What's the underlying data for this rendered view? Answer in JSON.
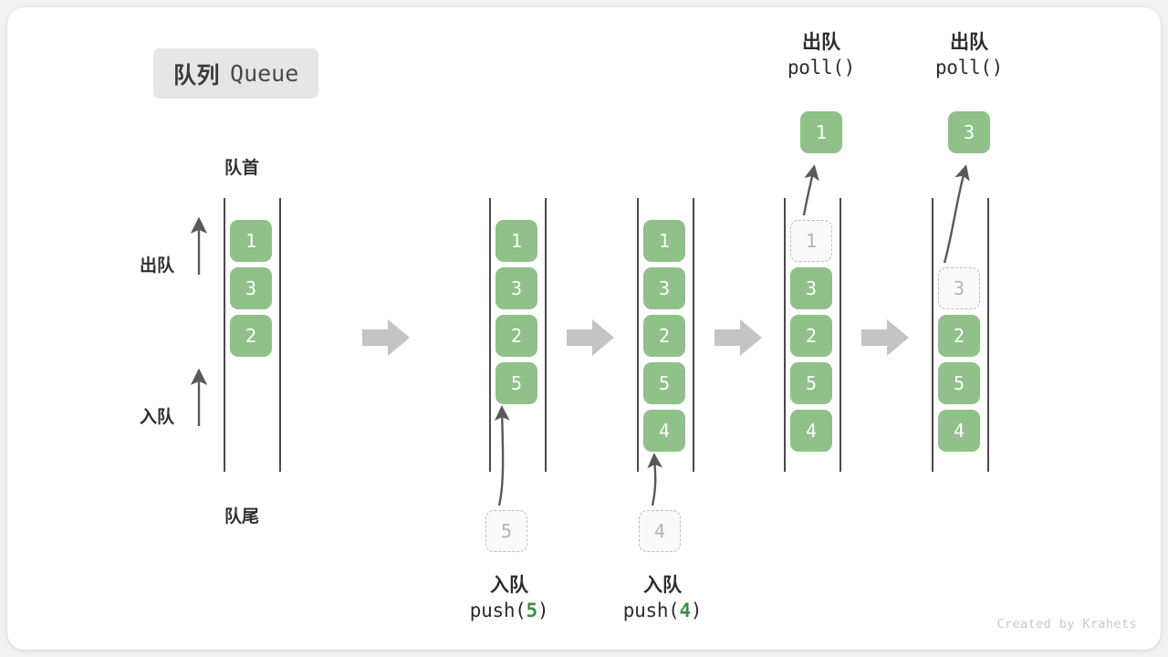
{
  "figure": {
    "title_cn": "队列",
    "title_en": "Queue",
    "front_label": "队首",
    "rear_label": "队尾",
    "dequeue_label": "出队",
    "enqueue_label": "入队",
    "watermark": "Created by Krahets"
  },
  "colors": {
    "cell_fill": "#8fc189",
    "cell_text": "#ffffff",
    "ghost_border": "#bdbdbd",
    "ghost_text": "#b4b4b4",
    "rail": "#4a4a4a",
    "flow_arrow": "#c4c4c4",
    "badge_bg": "#e6e6e6",
    "accent_green": "#3f9142",
    "watermark": "#c9c9c9"
  },
  "stages": [
    {
      "id": "initial",
      "caption": null,
      "cells": [
        {
          "value": "1",
          "state": "filled"
        },
        {
          "value": "3",
          "state": "filled"
        },
        {
          "value": "2",
          "state": "filled"
        }
      ]
    },
    {
      "id": "push-5",
      "caption_top": null,
      "caption_bottom_line1": "入队",
      "caption_bottom_line2_pre": "push(",
      "caption_bottom_line2_num": "5",
      "caption_bottom_line2_post": ")",
      "pending_value": "5",
      "cells": [
        {
          "value": "1",
          "state": "filled"
        },
        {
          "value": "3",
          "state": "filled"
        },
        {
          "value": "2",
          "state": "filled"
        },
        {
          "value": "5",
          "state": "filled"
        }
      ]
    },
    {
      "id": "push-4",
      "caption_bottom_line1": "入队",
      "caption_bottom_line2_pre": "push(",
      "caption_bottom_line2_num": "4",
      "caption_bottom_line2_post": ")",
      "pending_value": "4",
      "cells": [
        {
          "value": "1",
          "state": "filled"
        },
        {
          "value": "3",
          "state": "filled"
        },
        {
          "value": "2",
          "state": "filled"
        },
        {
          "value": "5",
          "state": "filled"
        },
        {
          "value": "4",
          "state": "filled"
        }
      ]
    },
    {
      "id": "poll-1",
      "caption_top_line1": "出队",
      "caption_top_line2": "poll()",
      "popped_value": "1",
      "cells": [
        {
          "value": "1",
          "state": "ghost"
        },
        {
          "value": "3",
          "state": "filled"
        },
        {
          "value": "2",
          "state": "filled"
        },
        {
          "value": "5",
          "state": "filled"
        },
        {
          "value": "4",
          "state": "filled"
        }
      ]
    },
    {
      "id": "poll-3",
      "caption_top_line1": "出队",
      "caption_top_line2": "poll()",
      "popped_value": "3",
      "cells": [
        {
          "value": "",
          "state": "empty"
        },
        {
          "value": "3",
          "state": "ghost"
        },
        {
          "value": "2",
          "state": "filled"
        },
        {
          "value": "5",
          "state": "filled"
        },
        {
          "value": "4",
          "state": "filled"
        }
      ]
    }
  ]
}
